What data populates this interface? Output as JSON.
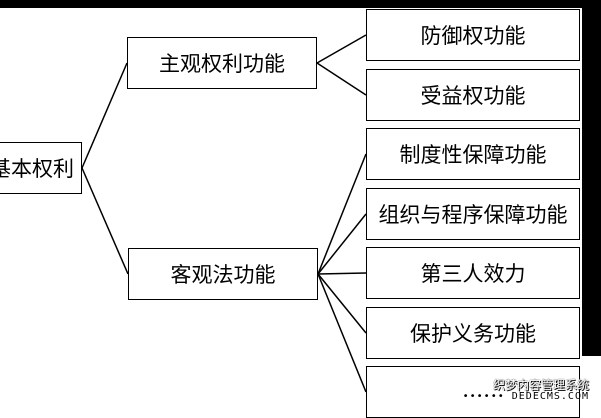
{
  "diagram": {
    "root": "基本权利",
    "branches": [
      {
        "label": "主观权利功能",
        "children": [
          "防御权功能",
          "受益权功能"
        ]
      },
      {
        "label": "客观法功能",
        "children": [
          "制度性保障功能",
          "组织与程序保障功能",
          "第三人效力",
          "保护义务功能",
          ""
        ]
      }
    ]
  },
  "watermark": {
    "title": "织梦内容管理系统",
    "subtitle": "•••••• DEDECMS.COM"
  }
}
